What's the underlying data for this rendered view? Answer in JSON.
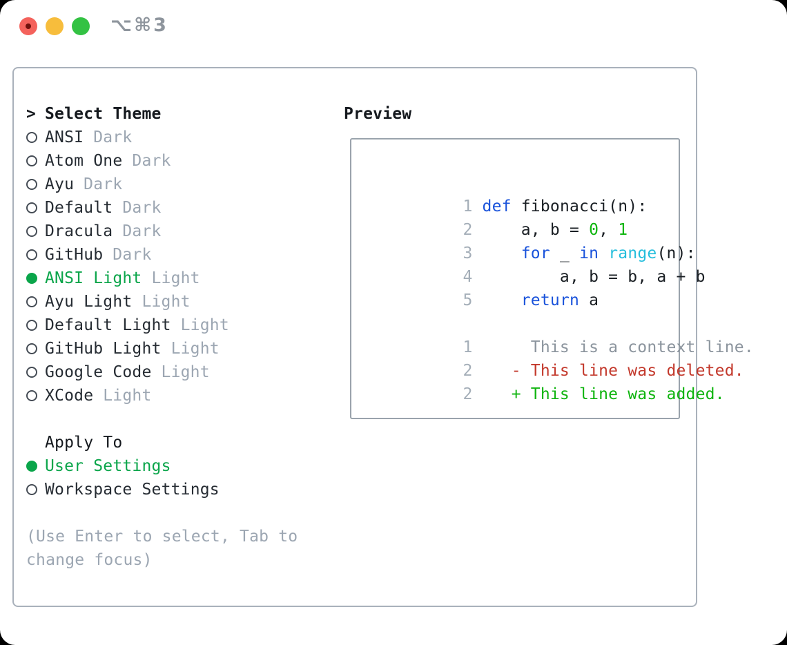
{
  "titlebar": {
    "title": "⌥⌘3",
    "buttons": [
      {
        "name": "close"
      },
      {
        "name": "minimize"
      },
      {
        "name": "zoom"
      }
    ]
  },
  "icons": {
    "header_pointer": ">",
    "radio_selected": "filled-green-circle",
    "radio_unselected": "outline-circle"
  },
  "colors": {
    "accent_green": "#0aa54a",
    "added_green": "#0fb40f",
    "deleted_red": "#c3392c",
    "keyword_blue": "#1a53db",
    "builtin_cyan": "#25bedc",
    "number_literal_green": "#0cb50c",
    "text_primary": "#262c33",
    "text_secondary": "#9ca6b2",
    "line_number_gray": "#a4aeb8",
    "context_gray": "#8b949d",
    "outer_border": "#a9b1bb",
    "preview_border": "#9aa3ac",
    "title_gray": "#8e959d",
    "traffic_red": "#f4625c",
    "traffic_yellow": "#f7bd3c",
    "traffic_green": "#33c243"
  },
  "theme_panel": {
    "header": {
      "label": "Select Theme"
    },
    "items": [
      {
        "name": "ANSI",
        "variant": "Dark",
        "selected": false
      },
      {
        "name": "Atom One",
        "variant": "Dark",
        "selected": false
      },
      {
        "name": "Ayu",
        "variant": "Dark",
        "selected": false
      },
      {
        "name": "Default",
        "variant": "Dark",
        "selected": false
      },
      {
        "name": "Dracula",
        "variant": "Dark",
        "selected": false
      },
      {
        "name": "GitHub",
        "variant": "Dark",
        "selected": false
      },
      {
        "name": "ANSI Light",
        "variant": "Light",
        "selected": true
      },
      {
        "name": "Ayu Light",
        "variant": "Light",
        "selected": false
      },
      {
        "name": "Default Light",
        "variant": "Light",
        "selected": false
      },
      {
        "name": "GitHub Light",
        "variant": "Light",
        "selected": false
      },
      {
        "name": "Google Code",
        "variant": "Light",
        "selected": false
      },
      {
        "name": "XCode",
        "variant": "Light",
        "selected": false
      }
    ],
    "apply_to": {
      "label": "Apply To",
      "options": [
        {
          "label": "User Settings",
          "selected": true
        },
        {
          "label": "Workspace Settings",
          "selected": false
        }
      ]
    },
    "hint": {
      "line1": "(Use Enter to select, Tab to",
      "line2": "change focus)"
    }
  },
  "preview_panel": {
    "title": "Preview",
    "code_lines": [
      {
        "num": "1",
        "s1": "def",
        "s2": " fibonacci(n):"
      },
      {
        "num": "2",
        "s1": "    a, b = ",
        "s2": "0",
        "s3": ", ",
        "s4": "1"
      },
      {
        "num": "3",
        "s1": "    ",
        "s2": "for",
        "s3": " _ ",
        "s4": "in",
        "s5": " ",
        "s6": "range",
        "s7": "(n):"
      },
      {
        "num": "4",
        "s1": "        a, b = b, a + b"
      },
      {
        "num": "5",
        "s1": "    ",
        "s2": "return",
        "s3": " a"
      }
    ],
    "diff_lines": [
      {
        "num": "1",
        "text": "     This is a context line."
      },
      {
        "num": "2",
        "text": "   - This line was deleted."
      },
      {
        "num": "2",
        "text": "   + This line was added."
      }
    ]
  }
}
